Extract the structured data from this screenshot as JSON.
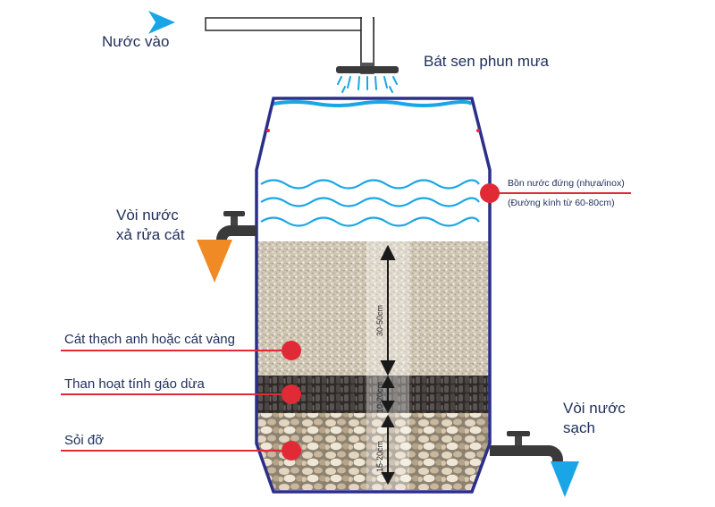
{
  "labels": {
    "water_in": "Nước vào",
    "shower_head": "Bát sen phun mưa",
    "tank_line1": "Bồn nước đứng (nhựa/inox)",
    "tank_line2": "(Đường kính từ 60-80cm)",
    "backwash_line1": "Vòi nước",
    "backwash_line2": "xả rửa cát",
    "sand_layer": "Cát thạch anh hoặc cát vàng",
    "carbon_layer": "Than hoạt tính gáo dừa",
    "gravel_layer": "Sỏi đỡ",
    "clean_tap_line1": "Vòi nước",
    "clean_tap_line2": "sạch"
  },
  "dimensions": {
    "sand": "30-50cm",
    "carbon": "10-20cm",
    "gravel": "15-20cm"
  },
  "colors": {
    "tank_outline": "#2b2f8a",
    "water_wave": "#1aa6e6",
    "leader_line": "#e02a36",
    "marker_dot": "#e02a36",
    "arrow_in": "#1aa6e6",
    "arrow_out": "#1aa6e6",
    "backwash_arrow": "#f08a24",
    "text": "#1f2e5a"
  }
}
